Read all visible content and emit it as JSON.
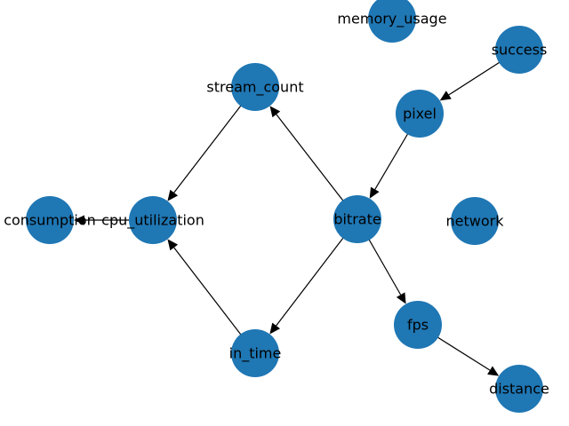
{
  "graph": {
    "node_color": "#1f77b4",
    "edge_color": "#000000",
    "directed": true,
    "nodes": [
      {
        "id": "memory_usage",
        "label": "memory_usage"
      },
      {
        "id": "success",
        "label": "success"
      },
      {
        "id": "stream_count",
        "label": "stream_count"
      },
      {
        "id": "pixel",
        "label": "pixel"
      },
      {
        "id": "consumption",
        "label": "consumption"
      },
      {
        "id": "cpu_utilization",
        "label": "cpu_utilization"
      },
      {
        "id": "bitrate",
        "label": "bitrate"
      },
      {
        "id": "network",
        "label": "network"
      },
      {
        "id": "fps",
        "label": "fps"
      },
      {
        "id": "in_time",
        "label": "in_time"
      },
      {
        "id": "distance",
        "label": "distance"
      }
    ],
    "edges": [
      {
        "source": "success",
        "target": "pixel"
      },
      {
        "source": "pixel",
        "target": "bitrate"
      },
      {
        "source": "bitrate",
        "target": "stream_count"
      },
      {
        "source": "bitrate",
        "target": "in_time"
      },
      {
        "source": "bitrate",
        "target": "fps"
      },
      {
        "source": "stream_count",
        "target": "cpu_utilization"
      },
      {
        "source": "in_time",
        "target": "cpu_utilization"
      },
      {
        "source": "cpu_utilization",
        "target": "consumption"
      },
      {
        "source": "fps",
        "target": "distance"
      }
    ]
  }
}
